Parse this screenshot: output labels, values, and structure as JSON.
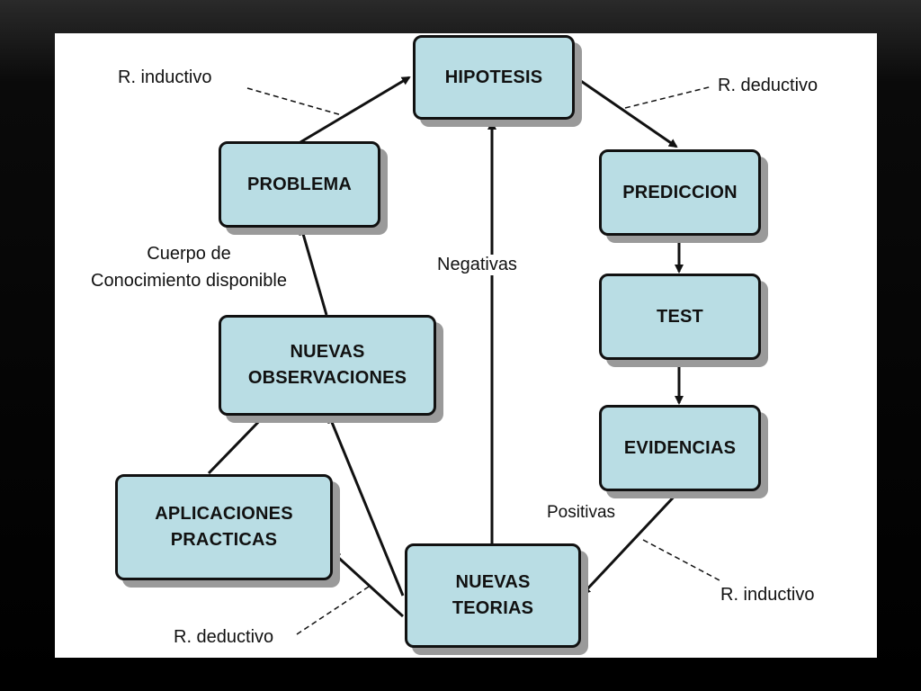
{
  "nodes": {
    "hipotesis": "HIPOTESIS",
    "problema": "PROBLEMA",
    "prediccion": "PREDICCION",
    "test": "TEST",
    "evidencias": "EVIDENCIAS",
    "nuevas_observaciones_1": "NUEVAS",
    "nuevas_observaciones_2": "OBSERVACIONES",
    "aplicaciones_practicas_1": "APLICACIONES",
    "aplicaciones_practicas_2": "PRACTICAS",
    "nuevas_teorias_1": "NUEVAS",
    "nuevas_teorias_2": "TEORIAS"
  },
  "labels": {
    "r_inductivo_top": "R. inductivo",
    "r_deductivo_top": "R. deductivo",
    "cuerpo_1": "Cuerpo de",
    "cuerpo_2": "Conocimiento disponible",
    "negativas": "Negativas",
    "positivas": "Positivas",
    "r_inductivo_bottom": "R. inductivo",
    "r_deductivo_bottom": "R. deductivo"
  },
  "colors": {
    "box_fill": "#b9dde4",
    "box_border": "#111111",
    "shadow": "#9a9a9a",
    "background": "#000000",
    "slide": "#ffffff"
  }
}
